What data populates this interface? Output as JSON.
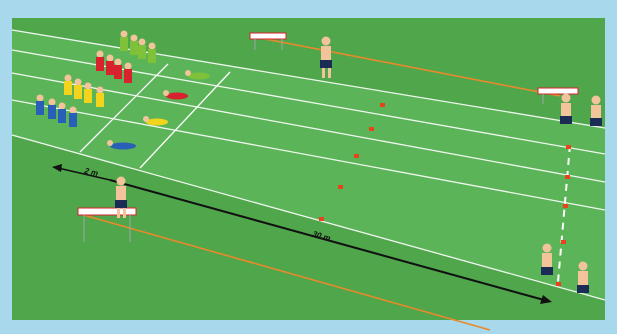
{
  "labels": {
    "lane_width": "2 m",
    "distance": "30 m"
  },
  "colors": {
    "frame": "#a8d8ec",
    "grass": "#4ea44a",
    "track": "#5cb35a",
    "line": "#ffffff",
    "cone": "#e8431d",
    "rope": "#e88a2b",
    "team_blue": "#2a5fb8",
    "team_yellow": "#f2d41c",
    "team_red": "#d8222d",
    "team_green": "#7fc23a",
    "coach_shorts": "#1b2c55",
    "skin": "#f3c49b"
  },
  "teams": [
    {
      "name": "blue",
      "color": "#2a5fb8"
    },
    {
      "name": "yellow",
      "color": "#f2d41c"
    },
    {
      "name": "red",
      "color": "#d8222d"
    },
    {
      "name": "green",
      "color": "#7fc23a"
    }
  ]
}
